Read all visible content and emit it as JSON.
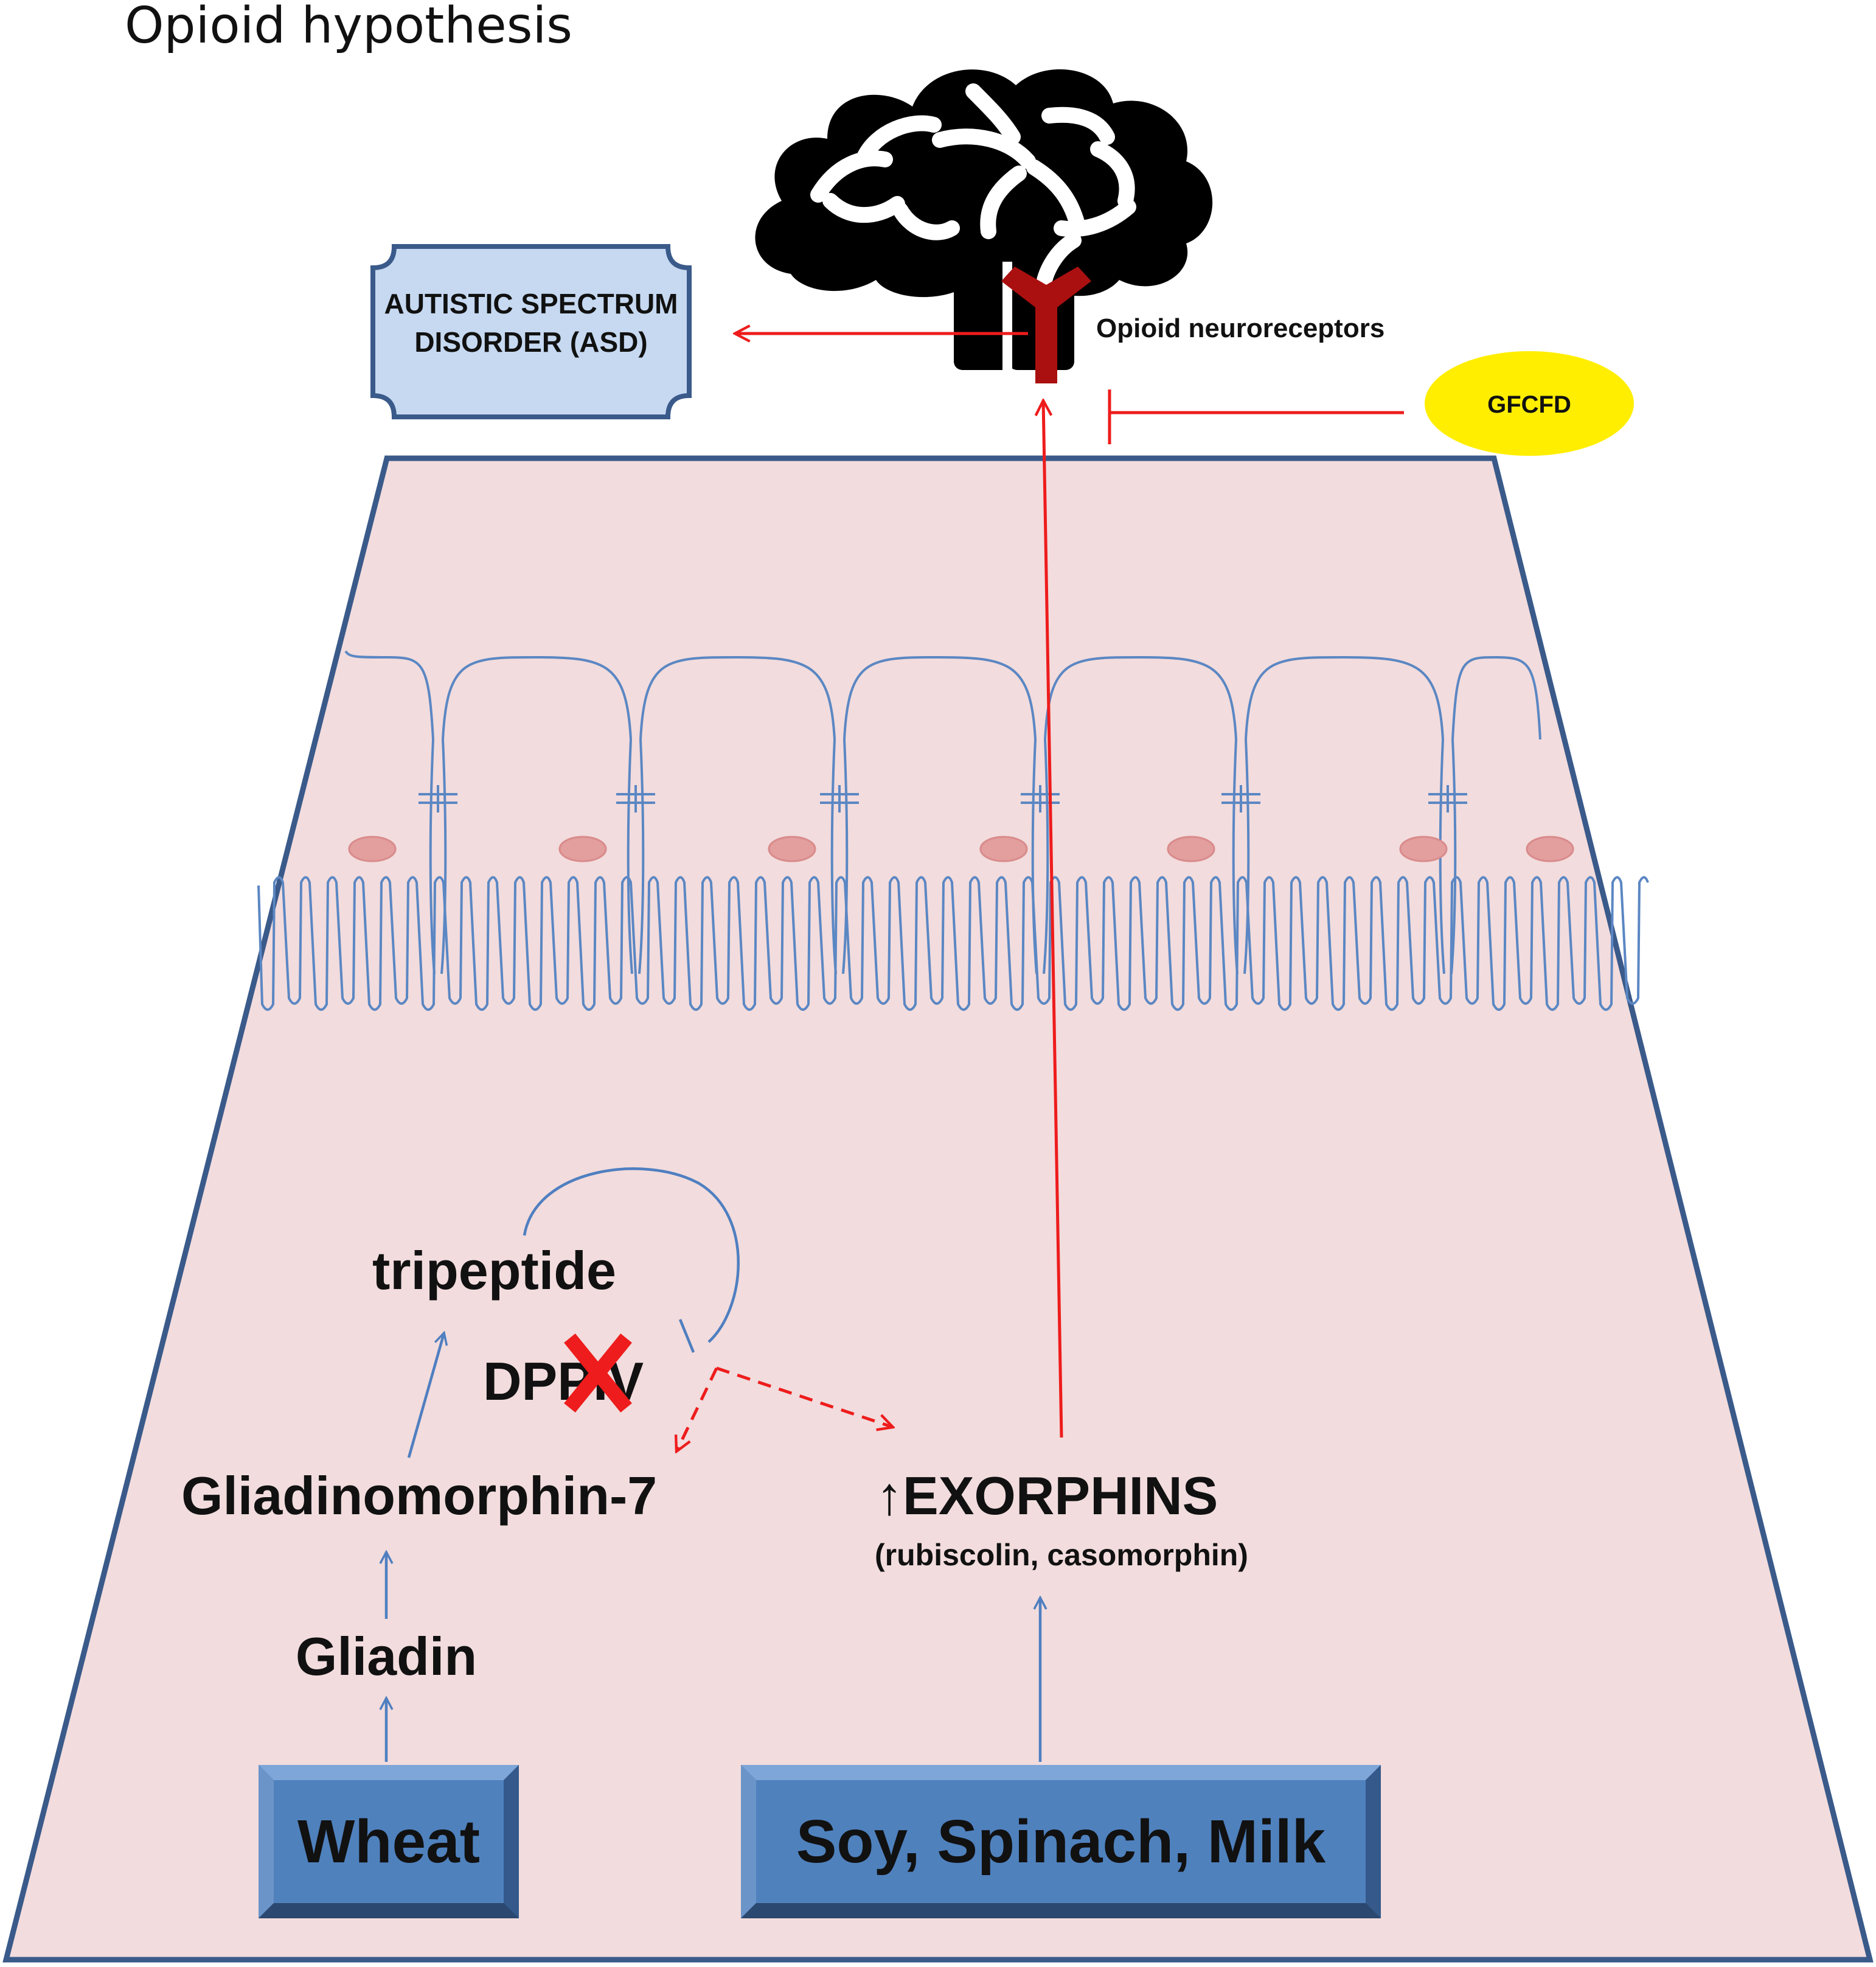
{
  "title": "Opioid hypothesis",
  "labels": {
    "asd": [
      "AUTISTIC SPECTRUM",
      "DISORDER (ASD)"
    ],
    "receptors": "Opioid neuroreceptors",
    "gfcfd": "GFCFD",
    "tripeptide": "tripeptide",
    "dppiv": "DPPIV",
    "gliadinomorphin": "Gliadinomorphin-7",
    "exorphins": "↑EXORPHINS",
    "exorphins_sub": "(rubiscolin, casomorphin)",
    "gliadin": "Gliadin",
    "wheat": "Wheat",
    "soy_milk": "Soy, Spinach, Milk"
  },
  "colors": {
    "gut_fill": "#f2dcdd",
    "outline_blue": "#3a5a8a",
    "villi_blue": "#5b87c3",
    "arrow_blue": "#4f7fc0",
    "arrow_red": "#ee1c1c",
    "receptor_red": "#aa1010",
    "nucleus": "#e39e9e",
    "asd_fill": "#c6d9f1",
    "gfcfd_fill": "#ffee00",
    "food_box": "#4f81bd"
  }
}
